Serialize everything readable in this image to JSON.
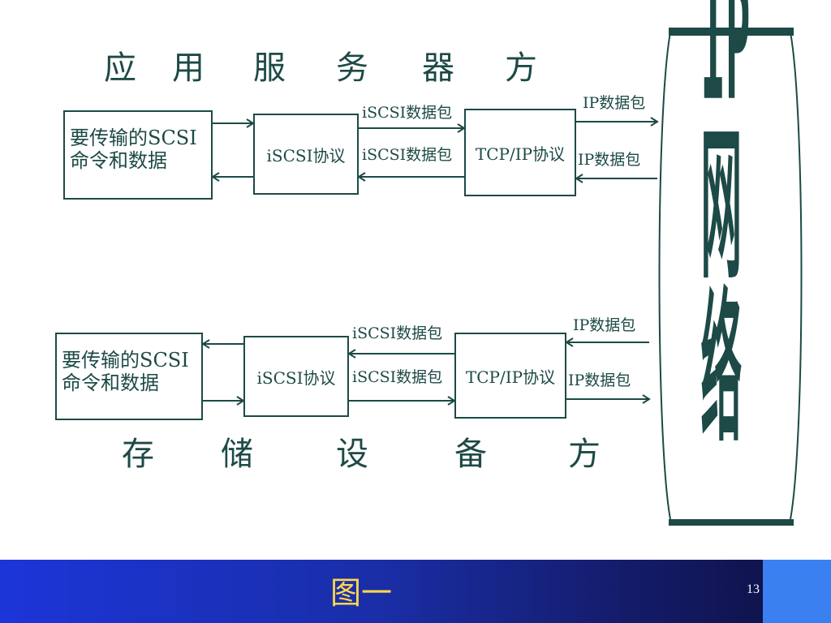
{
  "top": {
    "title_chars": [
      "应",
      "用",
      "服",
      "务",
      "器",
      "方"
    ],
    "source_box": [
      "要传输的SCSI",
      "命令和数据"
    ],
    "iscsi_box": "iSCSI协议",
    "tcpip_box": "TCP/IP协议",
    "iscsi_packet_top": "iSCSI数据包",
    "iscsi_packet_bottom": "iSCSI数据包",
    "ip_packet_top": "IP数据包",
    "ip_packet_bottom": "IP数据包"
  },
  "bottom": {
    "title_chars": [
      "存",
      "储",
      "设",
      "备",
      "方"
    ],
    "source_box": [
      "要传输的SCSI",
      "命令和数据"
    ],
    "iscsi_box": "iSCSI协议",
    "tcpip_box": "TCP/IP协议",
    "iscsi_packet_top": "iSCSI数据包",
    "iscsi_packet_bottom": "iSCSI数据包",
    "ip_packet_top": "IP数据包",
    "ip_packet_bottom": "IP数据包"
  },
  "network": {
    "label": "IP网络"
  },
  "footer": {
    "title": "图一",
    "page_number": "13"
  },
  "colors": {
    "line": "#1d4a46",
    "footer_title": "#ffd84a",
    "footer_accent": "#3a80f0"
  }
}
